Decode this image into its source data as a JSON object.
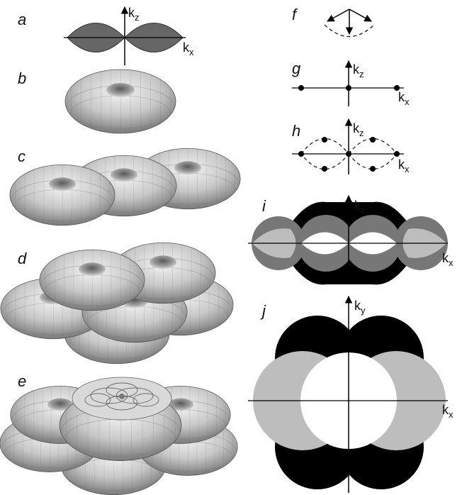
{
  "panels": [
    {
      "id": "a",
      "label": "a",
      "axes": [
        "kz",
        "kx"
      ]
    },
    {
      "id": "b",
      "label": "b"
    },
    {
      "id": "c",
      "label": "c"
    },
    {
      "id": "d",
      "label": "d"
    },
    {
      "id": "e",
      "label": "e"
    },
    {
      "id": "f",
      "label": "f"
    },
    {
      "id": "g",
      "label": "g",
      "axes": [
        "kz",
        "kx"
      ]
    },
    {
      "id": "h",
      "label": "h",
      "axes": [
        "kz",
        "kx"
      ]
    },
    {
      "id": "i",
      "label": "i",
      "axes": [
        "kz",
        "kx"
      ]
    },
    {
      "id": "j",
      "label": "j",
      "axes": [
        "ky",
        "kx"
      ]
    }
  ],
  "axis_text": {
    "k": "k",
    "z": "z",
    "x": "x",
    "y": "y"
  },
  "colors": {
    "dark_gray": "#666666",
    "mid_gray": "#777777",
    "light_gray": "#bdbdbd",
    "black": "#000000",
    "white": "#ffffff",
    "torus_light": "#e6e6e6",
    "torus_dark": "#8a8a8a"
  }
}
